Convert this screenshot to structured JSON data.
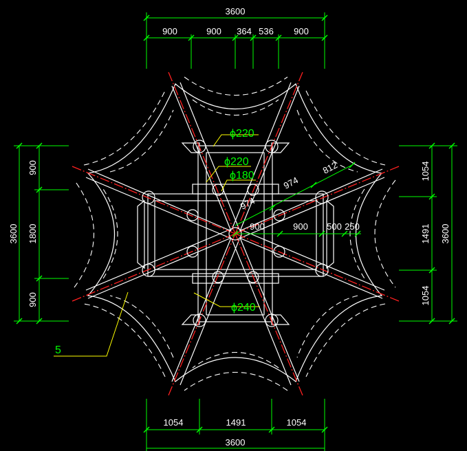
{
  "dimensions": {
    "top": {
      "segments": [
        "900",
        "900",
        "364",
        "536",
        "900"
      ],
      "total": "3600"
    },
    "bottom": {
      "segments": [
        "1054",
        "1491",
        "1054"
      ],
      "total": "3600"
    },
    "left": {
      "segments": [
        "900",
        "1800",
        "900"
      ],
      "total": "3600"
    },
    "right": {
      "segments": [
        "1054",
        "1491",
        "1054"
      ],
      "total": "3600"
    },
    "center_row": [
      "900",
      "900",
      "500",
      "250"
    ],
    "diagonal": [
      "974",
      "974",
      "812"
    ]
  },
  "annotations": {
    "post_diameter_top": "ϕ220",
    "post_diameter_inner": "ϕ220",
    "post_diameter_small": "ϕ180",
    "post_diameter_bottom": "ϕ240",
    "detail_callout": "5"
  },
  "colors": {
    "dimension": "#00ff00",
    "structure": "#ffffff",
    "axis": "#ff2020",
    "leader": "#ffff00"
  }
}
